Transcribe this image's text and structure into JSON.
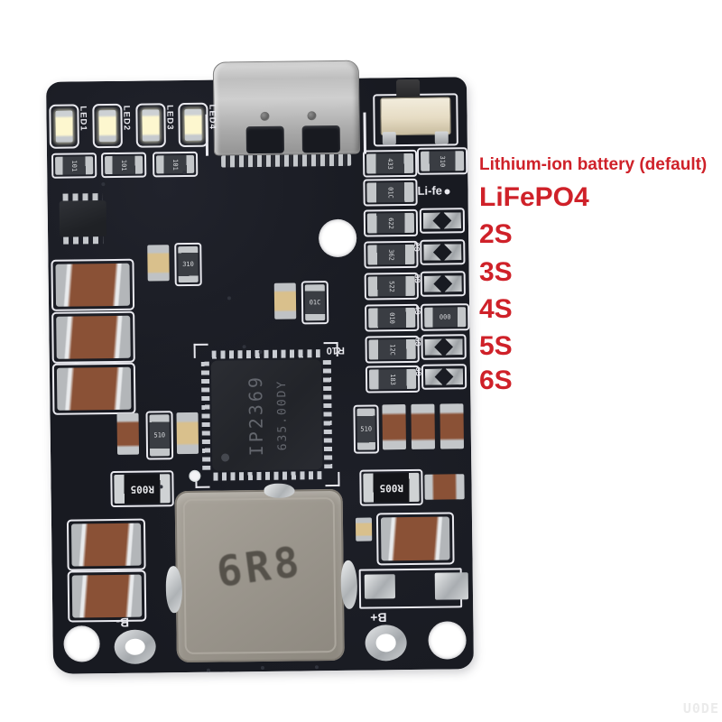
{
  "photo": {
    "background": "#ffffff",
    "watermark": "U0DE"
  },
  "annotations": {
    "color": "#cf2129",
    "title": "Lithium-ion battery (default)",
    "options": [
      "LiFePO4",
      "2S",
      "3S",
      "4S",
      "5S",
      "6S"
    ]
  },
  "board": {
    "pcb_color": "#181a21",
    "silkscreen_color": "#e9e9ef",
    "leds": [
      {
        "label": "LED1"
      },
      {
        "label": "LED2"
      },
      {
        "label": "LED3"
      },
      {
        "label": "LED4"
      }
    ],
    "led_resistors": [
      "101",
      "101",
      "101"
    ],
    "top_right_resistors": [
      "433",
      "310",
      "01C"
    ],
    "mid_resistors": [
      "310",
      "01C"
    ],
    "li_fe_label": "Li-fe",
    "selector_rows": [
      {
        "label": "",
        "resistor": "622",
        "bridge": ""
      },
      {
        "label": "2S",
        "resistor": "362",
        "bridge": ""
      },
      {
        "label": "3S",
        "resistor": "522",
        "bridge": ""
      },
      {
        "label": "4S",
        "resistor": "010",
        "bridge": "000"
      },
      {
        "label": "5S",
        "resistor": "12C",
        "bridge": ""
      },
      {
        "label": "6S",
        "resistor": "183",
        "bridge": ""
      }
    ],
    "r10_label": "R10",
    "main_ic": {
      "line1": "IP2369",
      "line2": "635.00DY"
    },
    "aux_resistors": {
      "left_510": "510",
      "right_510": "510"
    },
    "shunts": {
      "left": "R005",
      "right": "R005"
    },
    "inductor_marking": "6R8",
    "terminals": {
      "b_minus": "B-",
      "b_plus": "B+"
    }
  }
}
